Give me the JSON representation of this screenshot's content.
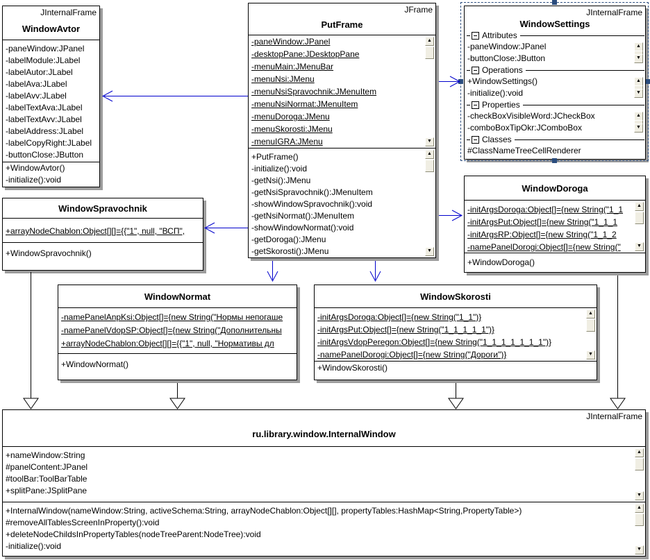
{
  "colors": {
    "connector_blue": "#0000cc",
    "selection_border": "#2b4d7e",
    "box_shadow": "#9c9c9c",
    "scrollbar_face": "#f0eee3"
  },
  "icons": {
    "scroll_up": "▲",
    "scroll_down": "▼"
  },
  "classes": {
    "windowAvtor": {
      "stereotype": "JInternalFrame",
      "name": "WindowAvtor",
      "attributes": [
        "-paneWindow:JPanel",
        "-labelModule:JLabel",
        "-labelAutor:JLabel",
        "-labelAva:JLabel",
        "-labelAvv:JLabel",
        "-labelTextAva:JLabel",
        "-labelTextAvv:JLabel",
        "-labelAddress:JLabel",
        "-labelCopyRight:JLabel",
        "-buttonClose:JButton"
      ],
      "operations": [
        "+WindowAvtor()",
        "-initialize():void"
      ]
    },
    "putFrame": {
      "stereotype": "JFrame",
      "name": "PutFrame",
      "attributes": [
        "-paneWindow:JPanel",
        "-desktopPane:JDesktopPane",
        "-menuMain:JMenuBar",
        "-menuNsi:JMenu",
        "-menuNsiSpravochnik:JMenuItem",
        "-menuNsiNormat:JMenuItem",
        "-menuDoroga:JMenu",
        "-menuSkorosti:JMenu",
        "-menuIGRA:JMenu"
      ],
      "operations": [
        "+PutFrame()",
        "-initialize():void",
        "-getNsi():JMenu",
        "-getNsiSpravochnik():JMenuItem",
        "-showWindowSpravochnik():void",
        "-getNsiNormat():JMenuItem",
        "-showWindowNormat():void",
        "-getDoroga():JMenu",
        "-getSkorosti():JMenu"
      ]
    },
    "windowSettings": {
      "stereotype": "JInternalFrame",
      "name": "WindowSettings",
      "sections": [
        {
          "label": "Attributes",
          "items": [
            "-paneWindow:JPanel",
            "-buttonClose:JButton"
          ]
        },
        {
          "label": "Operations",
          "items": [
            "+WindowSettings()",
            "-initialize():void"
          ]
        },
        {
          "label": "Properties",
          "items": [
            "-checkBoxVisibleWord:JCheckBox",
            "-comboBoxTipOkr:JComboBox"
          ]
        },
        {
          "label": "Classes",
          "items": [
            "#ClassNameTreeCellRenderer"
          ]
        }
      ]
    },
    "windowDoroga": {
      "name": "WindowDoroga",
      "attributes": [
        "-initArgsDoroga:Object[]={new String(\"1_1",
        "-initArgsPut:Object[]={new String(\"1_1_1",
        "-initArgsRP:Object[]={new String(\"1_1_2",
        "-namePanelDorogi:Object[]={new String(\""
      ],
      "operations": [
        "+WindowDoroga()"
      ]
    },
    "windowSpravochnik": {
      "name": "WindowSpravochnik",
      "attributes": [
        "+arrayNodeChablon:Object[][]={{\"1\", null, \"ВСП\","
      ],
      "operations": [
        "+WindowSpravochnik()"
      ]
    },
    "windowNormat": {
      "name": "WindowNormat",
      "attributes": [
        "-namePanelAnpKsi:Object[]={new String(\"Нормы непогаше",
        "-namePanelVdopSP:Object[]={new String(\"Дополнительны",
        "+arrayNodeChablon:Object[][]={{\"1\", null, \"Нормативы дл"
      ],
      "operations": [
        "+WindowNormat()"
      ]
    },
    "windowSkorosti": {
      "name": "WindowSkorosti",
      "attributes": [
        "-initArgsDoroga:Object[]={new String(\"1_1\")}",
        "-initArgsPut:Object[]={new String(\"1_1_1_1_1\")}",
        "-initArgsVdopPeregon:Object[]={new String(\"1_1_1_1_1_1_1\")}",
        "-namePanelDorogi:Object[]={new String(\"Дороги\")}"
      ],
      "operations": [
        "+WindowSkorosti()"
      ]
    },
    "internalWindow": {
      "stereotype": "JInternalFrame",
      "name": "ru.library.window.InternalWindow",
      "attributes": [
        "+nameWindow:String",
        "#panelContent:JPanel",
        "#toolBar:ToolBarTable",
        "+splitPane:JSplitPane"
      ],
      "operations": [
        "+InternalWindow(nameWindow:String, activeSchema:String, arrayNodeChablon:Object[][], propertyTables:HashMap<String,PropertyTable>)",
        "#removeAllTablesScreenInProperty():void",
        "+deleteNodeChildsInPropertyTables(nodeTreeParent:NodeTree):void",
        "-initialize():void"
      ]
    }
  }
}
